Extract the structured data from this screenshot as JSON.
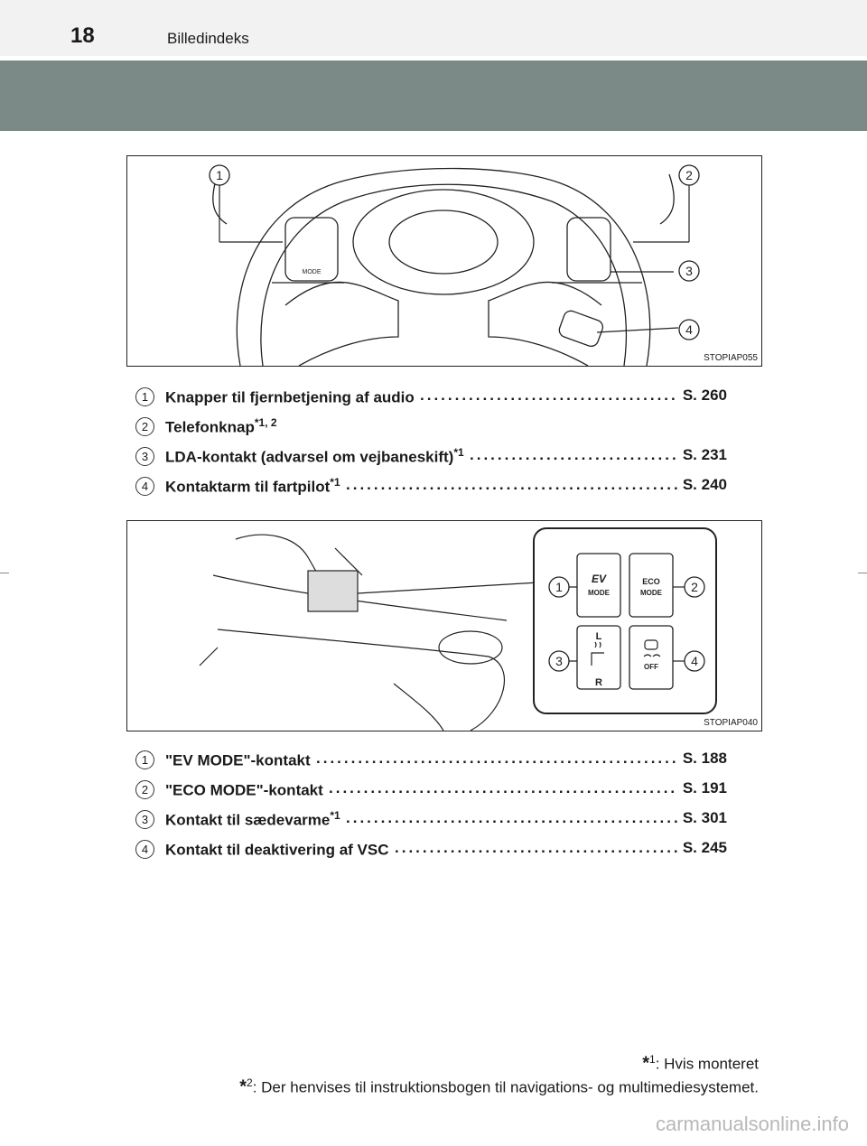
{
  "header": {
    "page_number": "18",
    "section_title": "Billedindeks"
  },
  "figure1": {
    "code": "STOPIAP055",
    "callouts": [
      "1",
      "2",
      "3",
      "4"
    ],
    "button_labels": {
      "mode": "MODE"
    }
  },
  "list1": [
    {
      "num": "1",
      "label": "Knapper til fjernbetjening af audio",
      "sup": "",
      "page": "S. 260"
    },
    {
      "num": "2",
      "label": "Telefonknap",
      "sup": "*1, 2",
      "page": ""
    },
    {
      "num": "3",
      "label": "LDA-kontakt (advarsel om vejbaneskift)",
      "sup": "*1",
      "page": "S. 231"
    },
    {
      "num": "4",
      "label": "Kontaktarm til fartpilot",
      "sup": "*1",
      "page": "S. 240"
    }
  ],
  "figure2": {
    "code": "STOPIAP040",
    "callouts": [
      "1",
      "2",
      "3",
      "4"
    ],
    "switch_labels": {
      "ev_top": "EV",
      "ev_bottom": "MODE",
      "eco_top": "ECO",
      "eco_bottom": "MODE",
      "seat_left": "L",
      "seat_right": "R",
      "vsc_off": "OFF"
    }
  },
  "list2": [
    {
      "num": "1",
      "label": "\"EV MODE\"-kontakt",
      "sup": "",
      "page": "S. 188"
    },
    {
      "num": "2",
      "label": "\"ECO MODE\"-kontakt",
      "sup": "",
      "page": "S. 191"
    },
    {
      "num": "3",
      "label": "Kontakt til sædevarme",
      "sup": "*1",
      "page": "S. 301"
    },
    {
      "num": "4",
      "label": "Kontakt til deaktivering af VSC",
      "sup": "",
      "page": "S. 245"
    }
  ],
  "footnotes": [
    {
      "mark": "*",
      "sup": "1",
      "text": ": Hvis monteret"
    },
    {
      "mark": "*",
      "sup": "2",
      "text": ": Der henvises til instruktionsbogen til navigations- og multimediesystemet."
    }
  ],
  "watermark": "carmanualsonline.info"
}
